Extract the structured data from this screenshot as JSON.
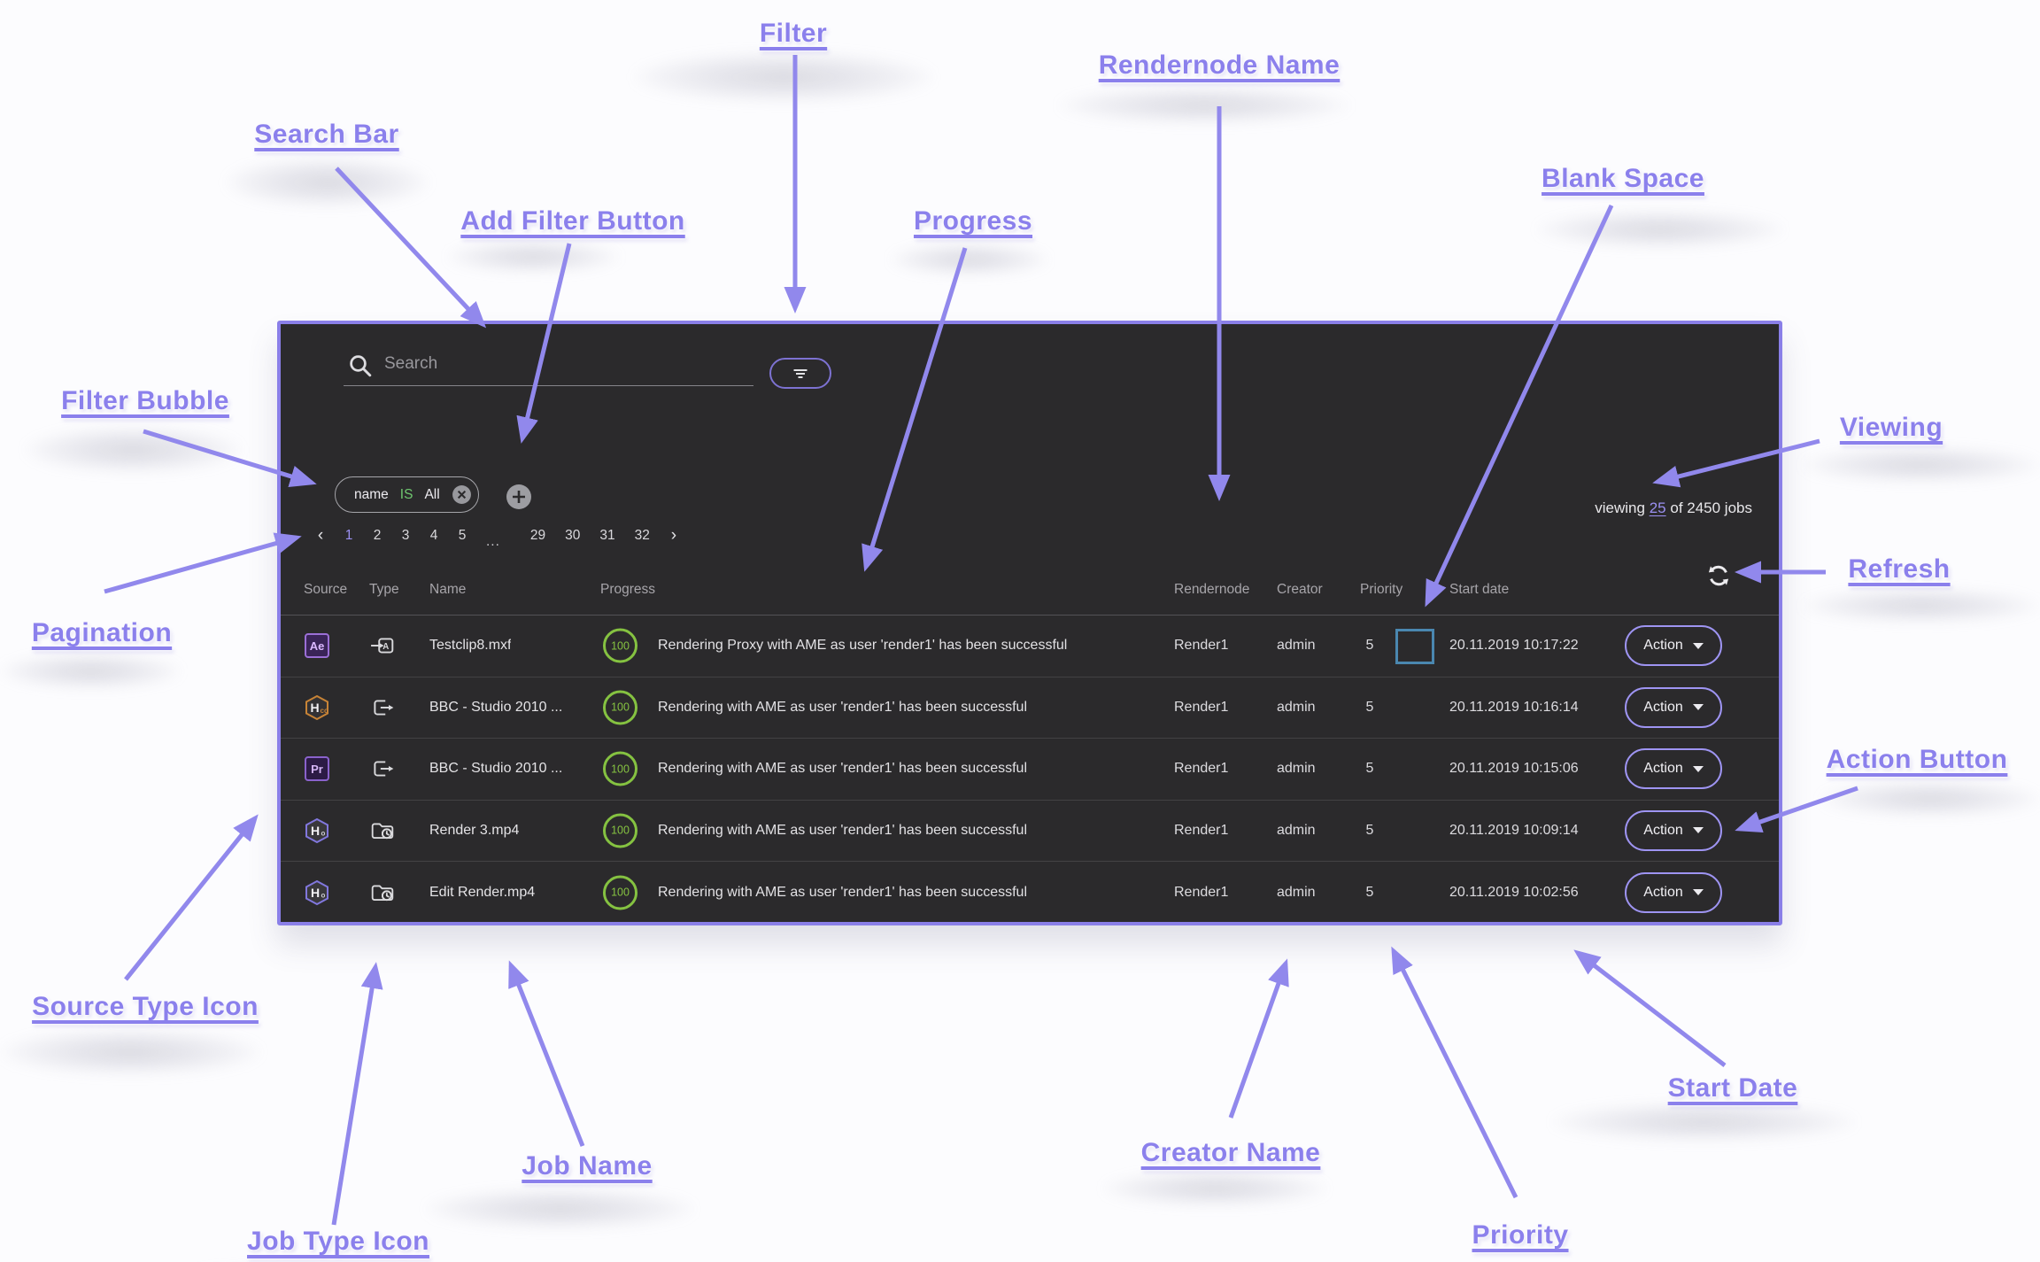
{
  "annotations": {
    "filter": "Filter",
    "search_bar": "Search Bar",
    "add_filter_button": "Add Filter Button",
    "progress": "Progress",
    "rendernode_name": "Rendernode Name",
    "blank_space": "Blank Space",
    "filter_bubble": "Filter Bubble",
    "viewing": "Viewing",
    "pagination": "Pagination",
    "refresh": "Refresh",
    "source_type_icon": "Source Type Icon",
    "action_button": "Action Button",
    "job_name": "Job Name",
    "job_type_icon": "Job Type Icon",
    "creator_name": "Creator Name",
    "priority": "Priority",
    "start_date": "Start Date"
  },
  "colors": {
    "annotation_purple": "#8b80ec",
    "panel_border": "#8a7fe8",
    "panel_background": "#2b2a2c",
    "progress_green": "#85c241",
    "filter_is_green": "#6fc76f",
    "blank_box_blue": "#4a87b0",
    "link_purple": "#9b90f2"
  },
  "panel": {
    "search": {
      "placeholder": "Search"
    },
    "filter_bubble": {
      "field": "name",
      "operator": "IS",
      "value": "All"
    },
    "pagination": {
      "prev": "‹",
      "pages_head": [
        "1",
        "2",
        "3",
        "4",
        "5"
      ],
      "ellipsis": "...",
      "pages_tail": [
        "29",
        "30",
        "31",
        "32"
      ],
      "next": "›",
      "current_page": "1"
    },
    "viewing": {
      "prefix": "viewing",
      "link": "25",
      "suffix": "of 2450 jobs"
    },
    "table": {
      "headers": [
        "Source",
        "Type",
        "Name",
        "Progress",
        "Rendernode",
        "Creator",
        "Priority",
        "Start date"
      ],
      "action_label": "Action",
      "ame_letter": "A",
      "rows": [
        {
          "source_badge": "Ae",
          "source_sub": "",
          "name": "Testclip8.mxf",
          "progress": "100",
          "message": "Rendering Proxy with AME as user 'render1' has been successful",
          "rendernode": "Render1",
          "creator": "admin",
          "priority": "5",
          "start_date": "20.11.2019 10:17:22"
        },
        {
          "source_badge": "H",
          "source_sub": "co",
          "name": "BBC - Studio 2010 ...",
          "progress": "100",
          "message": "Rendering with AME as user 'render1' has been successful",
          "rendernode": "Render1",
          "creator": "admin",
          "priority": "5",
          "start_date": "20.11.2019 10:16:14"
        },
        {
          "source_badge": "Pr",
          "source_sub": "",
          "name": "BBC - Studio 2010 ...",
          "progress": "100",
          "message": "Rendering with AME as user 'render1' has been successful",
          "rendernode": "Render1",
          "creator": "admin",
          "priority": "5",
          "start_date": "20.11.2019 10:15:06"
        },
        {
          "source_badge": "H",
          "source_sub": "o",
          "name": "Render 3.mp4",
          "progress": "100",
          "message": "Rendering with AME as user 'render1' has been successful",
          "rendernode": "Render1",
          "creator": "admin",
          "priority": "5",
          "start_date": "20.11.2019 10:09:14"
        },
        {
          "source_badge": "H",
          "source_sub": "o",
          "name": "Edit Render.mp4",
          "progress": "100",
          "message": "Rendering with AME as user 'render1' has been successful",
          "rendernode": "Render1",
          "creator": "admin",
          "priority": "5",
          "start_date": "20.11.2019 10:02:56"
        }
      ]
    }
  }
}
